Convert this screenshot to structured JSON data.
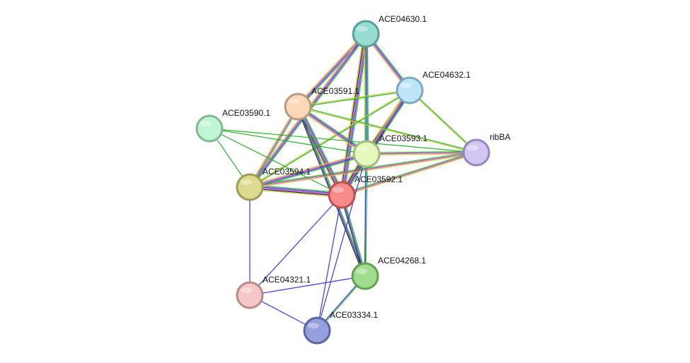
{
  "network": {
    "nodes": [
      {
        "id": "ACE04630.1",
        "label": "ACE04630.1",
        "fill": "#95dcd2",
        "stroke": "#5a9f95"
      },
      {
        "id": "ACE04632.1",
        "label": "ACE04632.1",
        "fill": "#bde5f7",
        "stroke": "#7fa7bf"
      },
      {
        "id": "ACE03591.1",
        "label": "ACE03591.1",
        "fill": "#fcd8b6",
        "stroke": "#b99a7a"
      },
      {
        "id": "ACE03590.1",
        "label": "ACE03590.1",
        "fill": "#bff5d3",
        "stroke": "#7fb895"
      },
      {
        "id": "ACE03593.1",
        "label": "ACE03593.1",
        "fill": "#e3f8b9",
        "stroke": "#a3b97f"
      },
      {
        "id": "ribBA",
        "label": "ribBA",
        "fill": "#d3c6f5",
        "stroke": "#9587b9"
      },
      {
        "id": "ACE03594.1",
        "label": "ACE03594.1",
        "fill": "#dcda8f",
        "stroke": "#9e9c52"
      },
      {
        "id": "ACE03592.1",
        "label": "ACE03592.1",
        "fill": "#f78a8a",
        "stroke": "#bf4f4f"
      },
      {
        "id": "ACE04268.1",
        "label": "ACE04268.1",
        "fill": "#a1dc8e",
        "stroke": "#64a052"
      },
      {
        "id": "ACE04321.1",
        "label": "ACE04321.1",
        "fill": "#f7c6c6",
        "stroke": "#b98a8a"
      },
      {
        "id": "ACE03334.1",
        "label": "ACE03334.1",
        "fill": "#97a0de",
        "stroke": "#5b64a2"
      }
    ],
    "edges": [
      {
        "source": "ACE04630.1",
        "target": "ACE03591.1",
        "colors": [
          "#2ab32a",
          "#3a3adf",
          "#c93ac9",
          "#c9c93a"
        ]
      },
      {
        "source": "ACE04630.1",
        "target": "ACE03594.1",
        "colors": [
          "#2ab32a",
          "#3a3adf",
          "#c93ac9",
          "#c9c93a"
        ]
      },
      {
        "source": "ACE04630.1",
        "target": "ACE03592.1",
        "colors": [
          "#2ab32a",
          "#3a3adf",
          "#c93ac9",
          "#222222",
          "#c9c93a"
        ]
      },
      {
        "source": "ACE04630.1",
        "target": "ACE03593.1",
        "colors": [
          "#2ab32a",
          "#3a3adf",
          "#c93ac9",
          "#c9c93a"
        ]
      },
      {
        "source": "ACE04630.1",
        "target": "ACE04632.1",
        "colors": [
          "#2ab32a",
          "#3a3adf",
          "#c93ac9",
          "#c9c93a"
        ]
      },
      {
        "source": "ACE04630.1",
        "target": "ACE04268.1",
        "colors": [
          "#2ab32a"
        ]
      },
      {
        "source": "ACE04632.1",
        "target": "ACE03593.1",
        "colors": [
          "#2ab32a",
          "#3a3adf",
          "#c93ac9",
          "#222222",
          "#c9c93a"
        ]
      },
      {
        "source": "ACE04632.1",
        "target": "ACE03592.1",
        "colors": [
          "#2ab32a",
          "#3a3adf",
          "#c93ac9",
          "#c9c93a"
        ]
      },
      {
        "source": "ACE04632.1",
        "target": "ACE03594.1",
        "colors": [
          "#2ab32a",
          "#c9c93a"
        ]
      },
      {
        "source": "ACE04632.1",
        "target": "ACE03591.1",
        "colors": [
          "#2ab32a",
          "#c9c93a"
        ]
      },
      {
        "source": "ACE04632.1",
        "target": "ribBA",
        "colors": [
          "#2ab32a",
          "#c9c93a"
        ]
      },
      {
        "source": "ACE03591.1",
        "target": "ACE03593.1",
        "colors": [
          "#2ab32a",
          "#3a3adf",
          "#c93ac9",
          "#c9c93a"
        ]
      },
      {
        "source": "ACE03591.1",
        "target": "ACE03592.1",
        "colors": [
          "#2ab32a",
          "#3a3adf",
          "#c93ac9",
          "#222222",
          "#c9c93a"
        ]
      },
      {
        "source": "ACE03591.1",
        "target": "ACE03594.1",
        "colors": [
          "#2ab32a",
          "#c93ac9",
          "#c9c93a"
        ]
      },
      {
        "source": "ACE03591.1",
        "target": "ACE04268.1",
        "colors": [
          "#2ab32a",
          "#3a3adf",
          "#222222"
        ]
      },
      {
        "source": "ACE03591.1",
        "target": "ribBA",
        "colors": [
          "#2ab32a",
          "#c9c93a"
        ]
      },
      {
        "source": "ACE03590.1",
        "target": "ACE03594.1",
        "colors": [
          "#2ab32a"
        ]
      },
      {
        "source": "ACE03590.1",
        "target": "ACE03593.1",
        "colors": [
          "#2ab32a"
        ]
      },
      {
        "source": "ACE03590.1",
        "target": "ACE03592.1",
        "colors": [
          "#2ab32a"
        ]
      },
      {
        "source": "ACE03590.1",
        "target": "ribBA",
        "colors": [
          "#2ab32a"
        ]
      },
      {
        "source": "ACE03593.1",
        "target": "ribBA",
        "colors": [
          "#2ab32a",
          "#c93ac9",
          "#c9c93a"
        ]
      },
      {
        "source": "ACE03593.1",
        "target": "ACE03594.1",
        "colors": [
          "#2ab32a",
          "#3a3adf",
          "#c93ac9",
          "#c9c93a"
        ]
      },
      {
        "source": "ACE03593.1",
        "target": "ACE03592.1",
        "colors": [
          "#2ab32a",
          "#3a3adf",
          "#c93ac9",
          "#222222",
          "#c9c93a"
        ]
      },
      {
        "source": "ACE03593.1",
        "target": "ACE04268.1",
        "colors": [
          "#2ab32a",
          "#3a3adf"
        ]
      },
      {
        "source": "ACE03594.1",
        "target": "ACE03592.1",
        "colors": [
          "#2ab32a",
          "#3a3adf",
          "#c93ac9",
          "#222222",
          "#c9c93a"
        ]
      },
      {
        "source": "ACE03594.1",
        "target": "ribBA",
        "colors": [
          "#2ab32a",
          "#c93ac9",
          "#c9c93a"
        ]
      },
      {
        "source": "ACE03594.1",
        "target": "ACE04321.1",
        "colors": [
          "#3a3adf"
        ]
      },
      {
        "source": "ACE03592.1",
        "target": "ribBA",
        "colors": [
          "#2ab32a",
          "#c93ac9",
          "#c9c93a"
        ]
      },
      {
        "source": "ACE03592.1",
        "target": "ACE04268.1",
        "colors": [
          "#2ab32a",
          "#3a3adf",
          "#222222"
        ]
      },
      {
        "source": "ACE03592.1",
        "target": "ACE04321.1",
        "colors": [
          "#3a3adf"
        ]
      },
      {
        "source": "ACE03592.1",
        "target": "ACE03334.1",
        "colors": [
          "#3a3adf"
        ]
      },
      {
        "source": "ACE03593.1",
        "target": "ACE03334.1",
        "colors": [
          "#3a3adf"
        ]
      },
      {
        "source": "ACE04268.1",
        "target": "ACE04321.1",
        "colors": [
          "#3a3adf"
        ]
      },
      {
        "source": "ACE04268.1",
        "target": "ACE03334.1",
        "colors": [
          "#2ab32a",
          "#3a3adf"
        ]
      },
      {
        "source": "ACE04321.1",
        "target": "ACE03334.1",
        "colors": [
          "#3a3adf"
        ]
      }
    ]
  }
}
